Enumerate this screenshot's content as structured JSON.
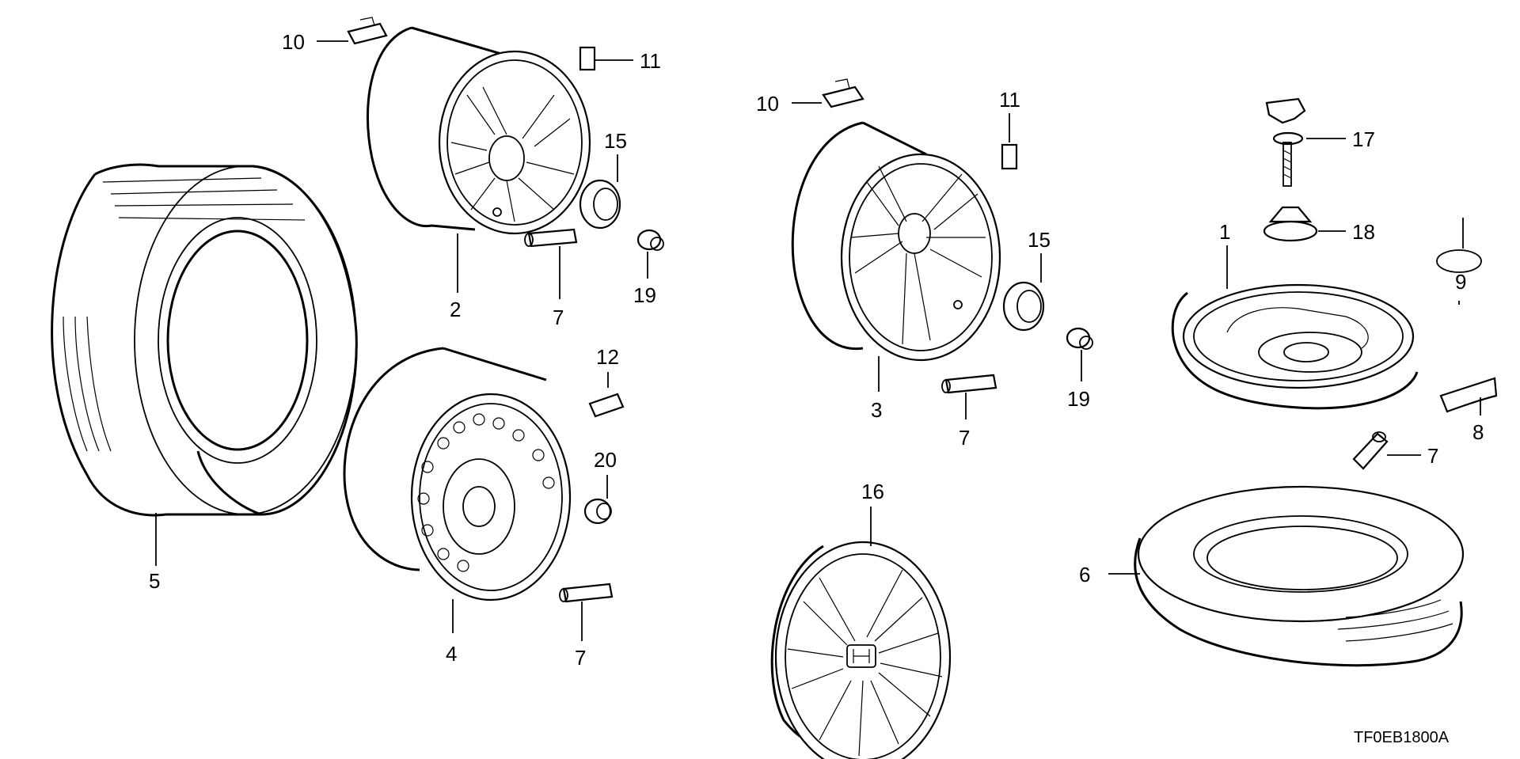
{
  "diagram": {
    "reference_code": "TF0EB1800A",
    "callouts": {
      "c10a": "10",
      "c11a": "11",
      "c15a": "15",
      "c19a": "19",
      "c2": "2",
      "c7a": "7",
      "c5": "5",
      "c12": "12",
      "c20": "20",
      "c4": "4",
      "c7b": "7",
      "c10b": "10",
      "c11b": "11",
      "c15b": "15",
      "c19b": "19",
      "c3": "3",
      "c7c": "7",
      "c16": "16",
      "c17": "17",
      "c18": "18",
      "c1": "1",
      "c9": "9",
      "c8": "8",
      "c7d": "7",
      "c6": "6"
    }
  }
}
